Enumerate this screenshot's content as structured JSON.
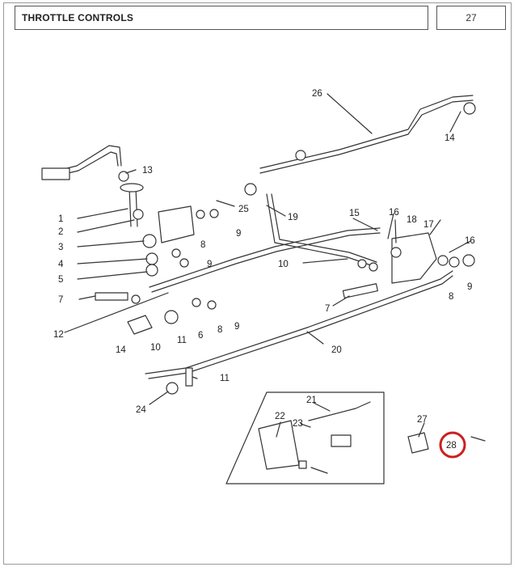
{
  "header": {
    "title": "THROTTLE CONTROLS",
    "page_number": "27"
  },
  "callouts": [
    {
      "id": "c1",
      "label": "1"
    },
    {
      "id": "c2",
      "label": "2"
    },
    {
      "id": "c3",
      "label": "3"
    },
    {
      "id": "c4",
      "label": "4"
    },
    {
      "id": "c5",
      "label": "5"
    },
    {
      "id": "c7a",
      "label": "7"
    },
    {
      "id": "c7b",
      "label": "7"
    },
    {
      "id": "c8a",
      "label": "8"
    },
    {
      "id": "c8b",
      "label": "8"
    },
    {
      "id": "c8c",
      "label": "8"
    },
    {
      "id": "c9a",
      "label": "9"
    },
    {
      "id": "c9b",
      "label": "9"
    },
    {
      "id": "c9c",
      "label": "9"
    },
    {
      "id": "c9d",
      "label": "9"
    },
    {
      "id": "c10a",
      "label": "10"
    },
    {
      "id": "c10b",
      "label": "10"
    },
    {
      "id": "c11a",
      "label": "11"
    },
    {
      "id": "c11b",
      "label": "11"
    },
    {
      "id": "c12",
      "label": "12"
    },
    {
      "id": "c13",
      "label": "13"
    },
    {
      "id": "c14a",
      "label": "14"
    },
    {
      "id": "c14b",
      "label": "14"
    },
    {
      "id": "c15",
      "label": "15"
    },
    {
      "id": "c16a",
      "label": "16"
    },
    {
      "id": "c16b",
      "label": "16"
    },
    {
      "id": "c17",
      "label": "17"
    },
    {
      "id": "c18",
      "label": "18"
    },
    {
      "id": "c19",
      "label": "19"
    },
    {
      "id": "c20",
      "label": "20"
    },
    {
      "id": "c21",
      "label": "21"
    },
    {
      "id": "c22",
      "label": "22"
    },
    {
      "id": "c23",
      "label": "23"
    },
    {
      "id": "c24",
      "label": "24"
    },
    {
      "id": "c25",
      "label": "25"
    },
    {
      "id": "c26",
      "label": "26"
    },
    {
      "id": "c27",
      "label": "27"
    },
    {
      "id": "c6",
      "label": "6"
    },
    {
      "id": "c28",
      "label": "28",
      "highlighted": true
    }
  ],
  "highlight_color": "#cc1f1f"
}
